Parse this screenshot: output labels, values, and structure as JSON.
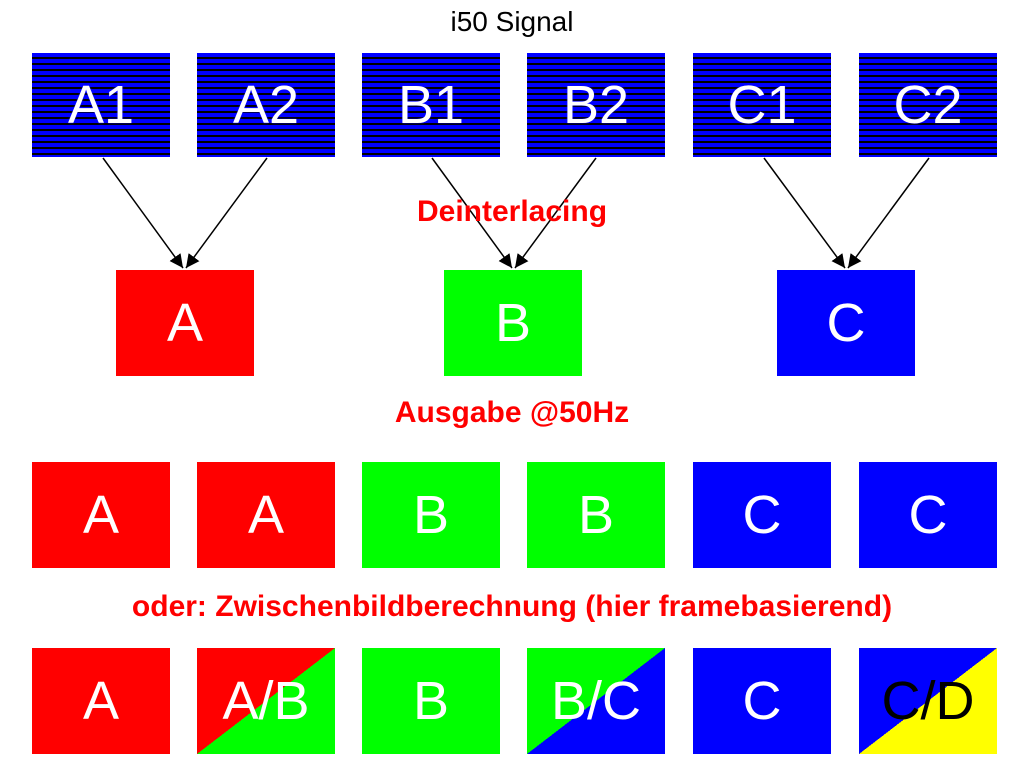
{
  "signal_title": "i50 Signal",
  "stage_labels": {
    "deinterlacing": "Deinterlacing",
    "output": "Ausgabe @50Hz",
    "interpolation": "oder: Zwischenbildberechnung (hier framebasierend)"
  },
  "colors": {
    "red": "#ff0000",
    "green": "#00ff00",
    "blue": "#0000ff",
    "yellow": "#ffff00",
    "label_red": "#ff0000"
  },
  "fields": [
    {
      "label": "A1"
    },
    {
      "label": "A2"
    },
    {
      "label": "B1"
    },
    {
      "label": "B2"
    },
    {
      "label": "C1"
    },
    {
      "label": "C2"
    }
  ],
  "frames": [
    {
      "label": "A",
      "color": "#ff0000"
    },
    {
      "label": "B",
      "color": "#00ff00"
    },
    {
      "label": "C",
      "color": "#0000ff"
    }
  ],
  "output_50hz": [
    {
      "label": "A",
      "color": "#ff0000"
    },
    {
      "label": "A",
      "color": "#ff0000"
    },
    {
      "label": "B",
      "color": "#00ff00"
    },
    {
      "label": "B",
      "color": "#00ff00"
    },
    {
      "label": "C",
      "color": "#0000ff"
    },
    {
      "label": "C",
      "color": "#0000ff"
    }
  ],
  "interpolated": [
    {
      "label": "A",
      "color": "#ff0000"
    },
    {
      "label": "A/B",
      "color": "#ff0000",
      "color2": "#00ff00",
      "text_color": "#ffffff"
    },
    {
      "label": "B",
      "color": "#00ff00"
    },
    {
      "label": "B/C",
      "color": "#00ff00",
      "color2": "#0000ff",
      "text_color": "#ffffff"
    },
    {
      "label": "C",
      "color": "#0000ff"
    },
    {
      "label": "C/D",
      "color": "#0000ff",
      "color2": "#ffff00",
      "text_color": "#000000"
    }
  ]
}
